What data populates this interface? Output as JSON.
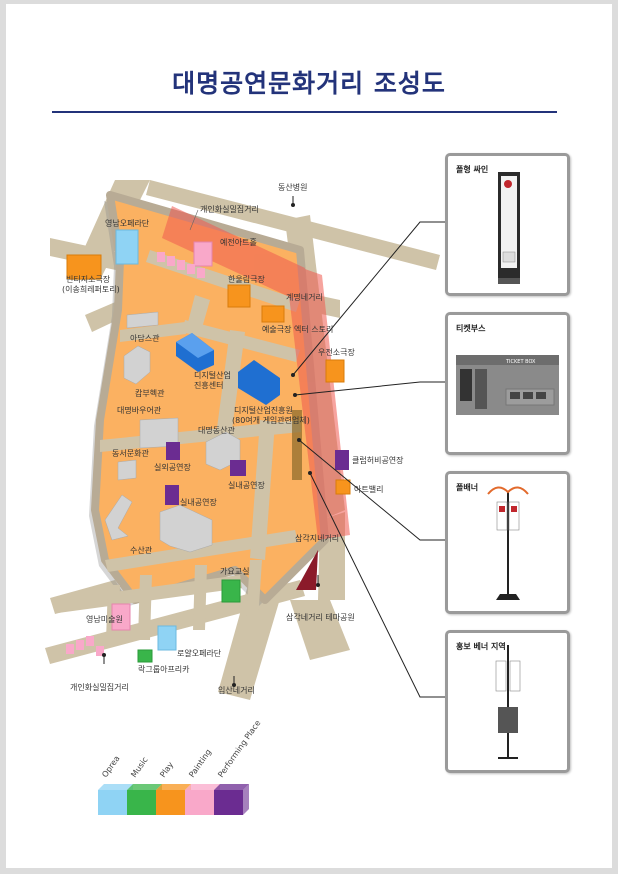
{
  "title": "대명공연문화거리 조성도",
  "map_labels": {
    "dongsan": "동산병원",
    "gaein_top": "개인화실밀집거리",
    "yeongnam_opera": "영남오페라단",
    "yejeon": "예전아트홀",
    "bitiji": "빈티지소극장",
    "bitiji_sub": "(이송희레퍼토리)",
    "hanul": "한울림극장",
    "gyemyeong": "계명네거리",
    "yesul": "예술극장 엑터 스토리",
    "adam": "아담스관",
    "useon": "우전소극장",
    "digital1": "디지털산업",
    "digital2": "진흥센터",
    "kambu": "캄부헥관",
    "digital_center1": "디지털산업진흥원",
    "digital_center2": "(80여개 게임관련업체)",
    "daemyeong_bau": "대명바우어관",
    "daemyeong_dong": "대명동산관",
    "dongseo": "동서문화관",
    "silwoe": "실외공연장",
    "club": "클럽허비공연장",
    "silnae1": "실내공연장",
    "artvalley": "아트밸리",
    "silnae2": "실내공연장",
    "susan": "수산관",
    "samgeori": "삼각지네거리",
    "gayo": "가요교실",
    "samgeori_park": "삼각네거리 테마공원",
    "yeongnam_art": "영남미술원",
    "rowal": "로얄오페라단",
    "gaein_bottom": "개인화실밀집거리",
    "park_opera": "락그룹아프리카",
    "ipsan": "입산네거리"
  },
  "cards": {
    "pole_sign": "폴형 싸인",
    "ticket_booth": "티켓부스",
    "pole_banner": "폴배너",
    "promo_banner": "홍보 베너 지역",
    "ticket_box_text": "TICKET BOX"
  },
  "legend": [
    {
      "label": "Oprea",
      "color": "#8fd3f4"
    },
    {
      "label": "Music",
      "color": "#39b54a"
    },
    {
      "label": "Play",
      "color": "#f7941d"
    },
    {
      "label": "Painting",
      "color": "#f9a8c9"
    },
    {
      "label": "Performing Place",
      "color": "#6b2c91"
    }
  ],
  "colors": {
    "accent": "#23337a",
    "district": "#fbb161",
    "road": "#cfc3a8",
    "street_highlight": "#f05a50",
    "opera": "#8fd3f4",
    "music": "#39b54a",
    "play": "#f7941d",
    "painting": "#f9a8c9",
    "place": "#6b2c91",
    "facility": "#1f6fd1",
    "building": "#d0d0d0"
  }
}
